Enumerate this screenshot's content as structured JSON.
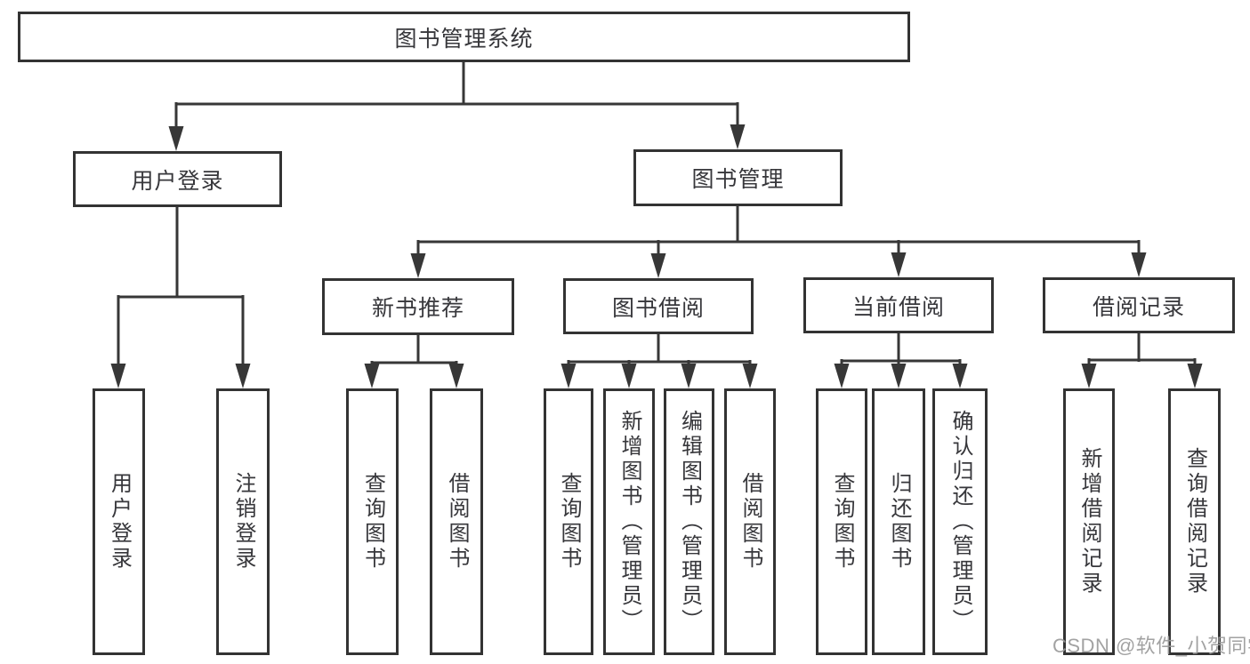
{
  "tree": {
    "label": "图书管理系统",
    "children": [
      {
        "label": "用户登录",
        "children": [
          {
            "label": "用户登录"
          },
          {
            "label": "注销登录"
          }
        ]
      },
      {
        "label": "图书管理",
        "children": [
          {
            "label": "新书推荐",
            "children": [
              {
                "label": "查询图书"
              },
              {
                "label": "借阅图书"
              }
            ]
          },
          {
            "label": "图书借阅",
            "children": [
              {
                "label": "查询图书"
              },
              {
                "label": "新增图书（管理员）"
              },
              {
                "label": "编辑图书（管理员）"
              },
              {
                "label": "借阅图书"
              }
            ]
          },
          {
            "label": "当前借阅",
            "children": [
              {
                "label": "查询图书"
              },
              {
                "label": "归还图书"
              },
              {
                "label": "确认归还（管理员）"
              }
            ]
          },
          {
            "label": "借阅记录",
            "children": [
              {
                "label": "新增借阅记录"
              },
              {
                "label": "查询借阅记录"
              }
            ]
          }
        ]
      }
    ]
  },
  "watermark": {
    "text": "CSDN @软件_小贺同学"
  },
  "colors": {
    "line": "#373737",
    "box_border": "#333333",
    "text": "#37373b",
    "watermark": "#9b9b9b",
    "background": "#ffffff"
  }
}
